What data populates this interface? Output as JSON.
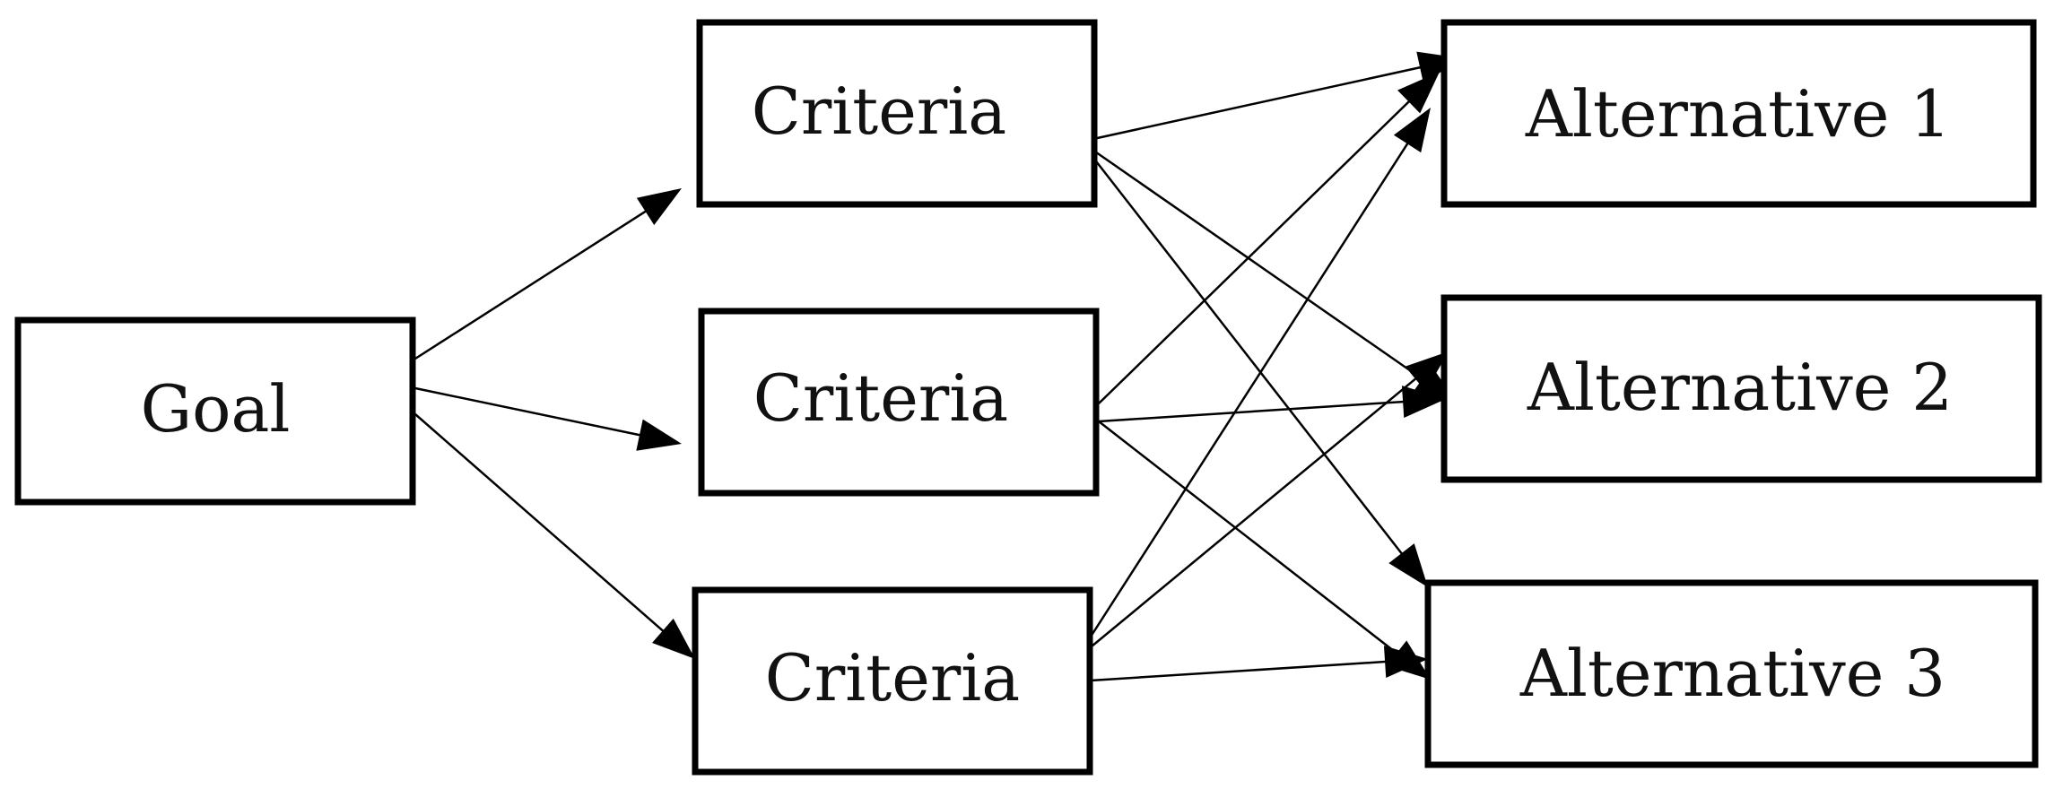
{
  "nodes": {
    "goal": {
      "label": "Goal"
    },
    "criteria_1": {
      "label": "Criteria"
    },
    "criteria_2": {
      "label": "Criteria"
    },
    "criteria_3": {
      "label": "Criteria"
    },
    "alternative_1": {
      "label": "Alternative 1"
    },
    "alternative_2": {
      "label": "Alternative 2"
    },
    "alternative_3": {
      "label": "Alternative 3"
    }
  },
  "edges": [
    {
      "from": "goal",
      "to": "criteria_1"
    },
    {
      "from": "goal",
      "to": "criteria_2"
    },
    {
      "from": "goal",
      "to": "criteria_3"
    },
    {
      "from": "criteria_1",
      "to": "alternative_1"
    },
    {
      "from": "criteria_1",
      "to": "alternative_2"
    },
    {
      "from": "criteria_1",
      "to": "alternative_3"
    },
    {
      "from": "criteria_2",
      "to": "alternative_1"
    },
    {
      "from": "criteria_2",
      "to": "alternative_2"
    },
    {
      "from": "criteria_2",
      "to": "alternative_3"
    },
    {
      "from": "criteria_3",
      "to": "alternative_1"
    },
    {
      "from": "criteria_3",
      "to": "alternative_2"
    },
    {
      "from": "criteria_3",
      "to": "alternative_3"
    }
  ]
}
